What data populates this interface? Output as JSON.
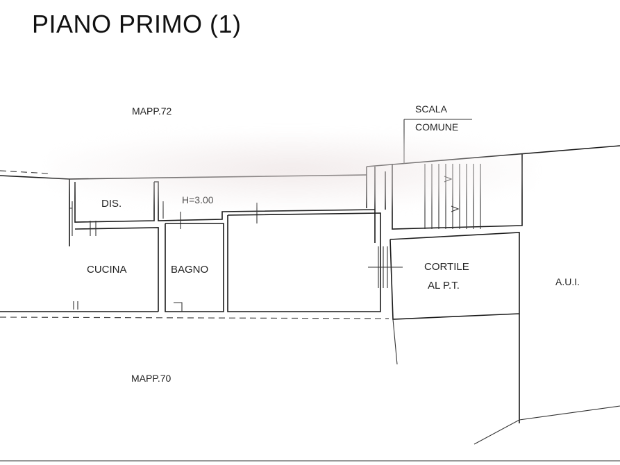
{
  "title": "PIANO PRIMO (1)",
  "labels": {
    "mapp_72": "MAPP.72",
    "mapp_70": "MAPP.70",
    "scala": "SCALA",
    "comune": "COMUNE",
    "dis": "DIS.",
    "height": "H=3.00",
    "cucina": "CUCINA",
    "bagno": "BAGNO",
    "cortile": "CORTILE",
    "al_pt": "AL P.T.",
    "aui": "A.U.I."
  }
}
